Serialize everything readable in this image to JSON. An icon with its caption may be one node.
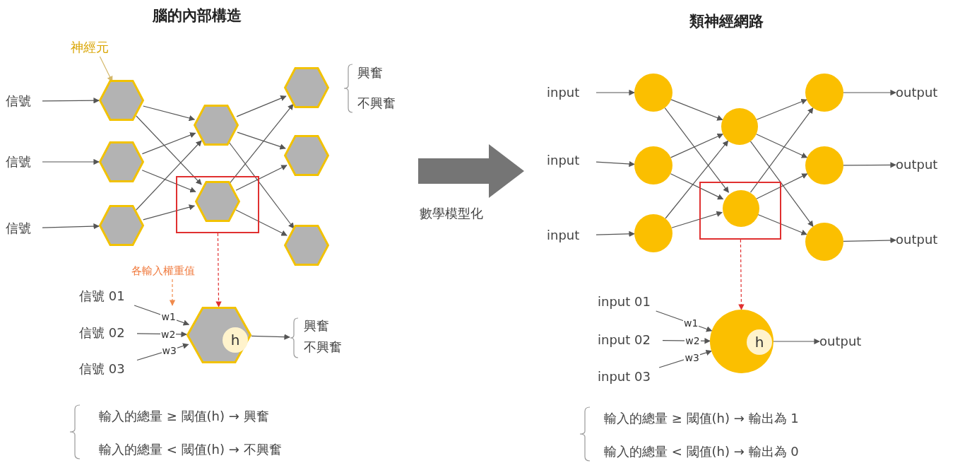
{
  "diagram": {
    "nodes": [
      {
        "text": [
          "神經元"
        ]
      },
      {
        "text": [
          "信號"
        ]
      },
      {
        "text": [
          "信號"
        ]
      },
      {
        "text": [
          "信號"
        ]
      },
      {
        "text": [],
        "shape": "hexagon"
      },
      {
        "text": [],
        "shape": "hexagon"
      },
      {
        "text": [],
        "shape": "hexagon"
      },
      {
        "text": [],
        "shape": "hexagon"
      },
      {
        "text": [],
        "shape": "box"
      },
      {
        "text": [],
        "shape": "hexagon",
        "in": 8
      },
      {
        "text": [],
        "shape": "hexagon"
      },
      {
        "text": [],
        "shape": "hexagon"
      },
      {
        "text": [],
        "shape": "hexagon"
      },
      {
        "text": [
          "各輸入權重值"
        ]
      },
      {
        "text": [
          "信號 01"
        ]
      },
      {
        "text": [
          "信號 02"
        ]
      },
      {
        "text": [
          "信號 03"
        ]
      },
      {
        "text": [],
        "shape": "hexagon"
      },
      {
        "text": [
          "h"
        ],
        "in": 17
      },
      {
        "text": [
          "興奮",
          "不興奮"
        ]
      },
      {
        "text": [
          "input"
        ]
      },
      {
        "text": [
          "input"
        ]
      },
      {
        "text": [
          "input"
        ]
      },
      {
        "text": [],
        "shape": "circle"
      },
      {
        "text": [],
        "shape": "circle"
      },
      {
        "text": [],
        "shape": "circle"
      },
      {
        "text": [],
        "shape": "circle"
      },
      {
        "text": [],
        "shape": "box"
      },
      {
        "text": [],
        "shape": "circle",
        "in": 27
      },
      {
        "text": [],
        "shape": "circle"
      },
      {
        "text": [],
        "shape": "circle"
      },
      {
        "text": [],
        "shape": "circle"
      },
      {
        "text": [
          "output"
        ]
      },
      {
        "text": [
          "output"
        ]
      },
      {
        "text": [
          "output"
        ]
      },
      {
        "text": [
          "input 01"
        ]
      },
      {
        "text": [
          "input 02"
        ]
      },
      {
        "text": [
          "input 03"
        ]
      },
      {
        "text": [],
        "shape": "circle"
      },
      {
        "text": [
          "h"
        ],
        "in": 38
      },
      {
        "text": [
          "output"
        ]
      }
    ],
    "edges": [
      {
        "from": 0,
        "to": 4,
        "arrow": "to",
        "color": "#d4b86a"
      },
      {
        "from": 1,
        "to": 4,
        "arrow": "to"
      },
      {
        "from": 2,
        "to": 5,
        "arrow": "to"
      },
      {
        "from": 3,
        "to": 6,
        "arrow": "to"
      },
      {
        "from": 4,
        "to": 7,
        "arrow": "to"
      },
      {
        "from": 4,
        "to": 9,
        "arrow": "to"
      },
      {
        "from": 5,
        "to": 7,
        "arrow": "to"
      },
      {
        "from": 5,
        "to": 9,
        "arrow": "to"
      },
      {
        "from": 6,
        "to": 7,
        "arrow": "to"
      },
      {
        "from": 6,
        "to": 9,
        "arrow": "to"
      },
      {
        "from": 7,
        "to": 10,
        "arrow": "to"
      },
      {
        "from": 7,
        "to": 11,
        "arrow": "to"
      },
      {
        "from": 7,
        "to": 12,
        "arrow": "to"
      },
      {
        "from": 9,
        "to": 10,
        "arrow": "to"
      },
      {
        "from": 9,
        "to": 11,
        "arrow": "to"
      },
      {
        "from": 9,
        "to": 12,
        "arrow": "to"
      },
      {
        "from": 8,
        "to": 17,
        "arrow": "to",
        "style": "dashed",
        "color": "#e03030"
      },
      {
        "from": 13,
        "to": null,
        "arrow": "to",
        "style": "dashed",
        "color": "#f08a4b"
      },
      {
        "from": 14,
        "to": 17,
        "arrow": "to",
        "label": "w1"
      },
      {
        "from": 15,
        "to": 17,
        "arrow": "to",
        "label": "w2"
      },
      {
        "from": 16,
        "to": 17,
        "arrow": "to",
        "label": "w3"
      },
      {
        "from": 17,
        "to": 19,
        "arrow": "to"
      },
      {
        "from": 20,
        "to": 23,
        "arrow": "to"
      },
      {
        "from": 21,
        "to": 24,
        "arrow": "to"
      },
      {
        "from": 22,
        "to": 25,
        "arrow": "to"
      },
      {
        "from": 23,
        "to": 26,
        "arrow": "to"
      },
      {
        "from": 23,
        "to": 28,
        "arrow": "to"
      },
      {
        "from": 24,
        "to": 26,
        "arrow": "to"
      },
      {
        "from": 24,
        "to": 28,
        "arrow": "to"
      },
      {
        "from": 25,
        "to": 26,
        "arrow": "to"
      },
      {
        "from": 25,
        "to": 28,
        "arrow": "to"
      },
      {
        "from": 26,
        "to": 29,
        "arrow": "to"
      },
      {
        "from": 26,
        "to": 30,
        "arrow": "to"
      },
      {
        "from": 26,
        "to": 31,
        "arrow": "to"
      },
      {
        "from": 28,
        "to": 29,
        "arrow": "to"
      },
      {
        "from": 28,
        "to": 30,
        "arrow": "to"
      },
      {
        "from": 28,
        "to": 31,
        "arrow": "to"
      },
      {
        "from": 29,
        "to": 32,
        "arrow": "to"
      },
      {
        "from": 30,
        "to": 33,
        "arrow": "to"
      },
      {
        "from": 31,
        "to": 34,
        "arrow": "to"
      },
      {
        "from": 27,
        "to": 38,
        "arrow": "to",
        "style": "dashed",
        "color": "#e03030"
      },
      {
        "from": 35,
        "to": 38,
        "arrow": "to",
        "label": "w1"
      },
      {
        "from": 36,
        "to": 38,
        "arrow": "to",
        "label": "w2"
      },
      {
        "from": 37,
        "to": 38,
        "arrow": "to",
        "label": "w3"
      },
      {
        "from": 38,
        "to": 40,
        "arrow": "to"
      }
    ],
    "labels": [
      "腦的內部構造",
      "類神經網路",
      "興奮",
      "不興奮",
      "數學模型化",
      "輸入的總量 ≥ 閾值(h) → 興奮",
      "輸入的總量 < 閾值(h) → 不興奮",
      "輸入的總量 ≥ 閾值(h) → 輸出為 1",
      "輸入的總量 < 閾值(h) → 輸出為 0"
    ]
  }
}
